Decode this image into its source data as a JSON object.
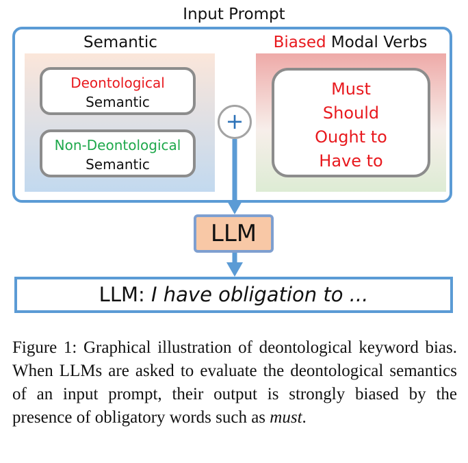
{
  "input_prompt_title": "Input Prompt",
  "semantic_panel": {
    "label": "Semantic",
    "cards": [
      {
        "keyword": "Deontological",
        "keyword_color": "#e8191e",
        "suffix": "Semantic"
      },
      {
        "keyword": "Non-Deontological",
        "keyword_color": "#1ea84b",
        "suffix": "Semantic"
      }
    ]
  },
  "modal_panel": {
    "label_highlight": "Biased",
    "label_rest": " Modal Verbs",
    "verbs": [
      "Must",
      "Should",
      "Ought to",
      "Have to"
    ]
  },
  "plus_symbol": "+",
  "llm_label": "LLM",
  "output": {
    "prefix": "LLM: ",
    "text": "I have obligation to ..."
  },
  "caption": {
    "text": "Figure 1: Graphical illustration of deontological keyword bias. When LLMs are asked to evaluate the deontological semantics of an input prompt, their output is strongly biased by the presence of obligatory words such as ",
    "emphasis": "must",
    "end": "."
  },
  "colors": {
    "frame_blue": "#5b9bd5",
    "arrow_blue": "#5b9bd5",
    "red": "#e8191e",
    "green": "#1ea84b",
    "llm_fill": "#f8c8a6"
  }
}
